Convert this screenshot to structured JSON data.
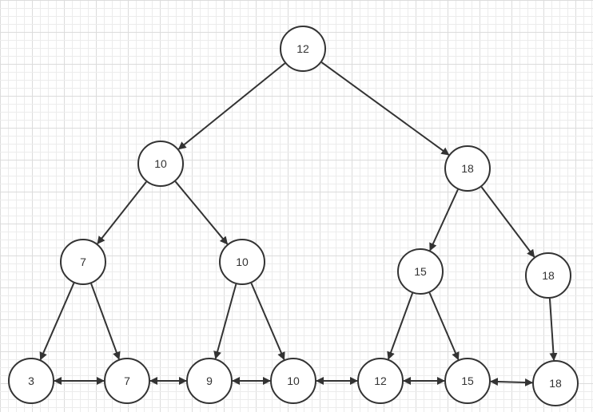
{
  "colors": {
    "stroke": "#333333",
    "grid_minor": "#ececec",
    "grid_major": "#dcdcdc",
    "background": "#ffffff"
  },
  "nodes": [
    {
      "id": "root",
      "label": "12"
    },
    {
      "id": "l1-left",
      "label": "10"
    },
    {
      "id": "l1-right",
      "label": "18"
    },
    {
      "id": "l2-a",
      "label": "7"
    },
    {
      "id": "l2-b",
      "label": "10"
    },
    {
      "id": "l2-c",
      "label": "15"
    },
    {
      "id": "l2-d",
      "label": "18"
    },
    {
      "id": "leaf-1",
      "label": "3"
    },
    {
      "id": "leaf-2",
      "label": "7"
    },
    {
      "id": "leaf-3",
      "label": "9"
    },
    {
      "id": "leaf-4",
      "label": "10"
    },
    {
      "id": "leaf-5",
      "label": "12"
    },
    {
      "id": "leaf-6",
      "label": "15"
    },
    {
      "id": "leaf-7",
      "label": "18"
    }
  ],
  "edges": [
    {
      "from": "root",
      "to": "l1-left",
      "type": "arrow"
    },
    {
      "from": "root",
      "to": "l1-right",
      "type": "arrow"
    },
    {
      "from": "l1-left",
      "to": "l2-a",
      "type": "arrow"
    },
    {
      "from": "l1-left",
      "to": "l2-b",
      "type": "arrow"
    },
    {
      "from": "l1-right",
      "to": "l2-c",
      "type": "arrow"
    },
    {
      "from": "l1-right",
      "to": "l2-d",
      "type": "arrow"
    },
    {
      "from": "l2-a",
      "to": "leaf-1",
      "type": "arrow"
    },
    {
      "from": "l2-a",
      "to": "leaf-2",
      "type": "arrow"
    },
    {
      "from": "l2-b",
      "to": "leaf-3",
      "type": "arrow"
    },
    {
      "from": "l2-b",
      "to": "leaf-4",
      "type": "arrow"
    },
    {
      "from": "l2-c",
      "to": "leaf-5",
      "type": "arrow"
    },
    {
      "from": "l2-c",
      "to": "leaf-6",
      "type": "arrow"
    },
    {
      "from": "l2-d",
      "to": "leaf-7",
      "type": "arrow"
    },
    {
      "from": "leaf-1",
      "to": "leaf-2",
      "type": "bidirectional"
    },
    {
      "from": "leaf-2",
      "to": "leaf-3",
      "type": "bidirectional"
    },
    {
      "from": "leaf-3",
      "to": "leaf-4",
      "type": "bidirectional"
    },
    {
      "from": "leaf-4",
      "to": "leaf-5",
      "type": "bidirectional"
    },
    {
      "from": "leaf-5",
      "to": "leaf-6",
      "type": "bidirectional"
    },
    {
      "from": "leaf-6",
      "to": "leaf-7",
      "type": "bidirectional"
    }
  ]
}
